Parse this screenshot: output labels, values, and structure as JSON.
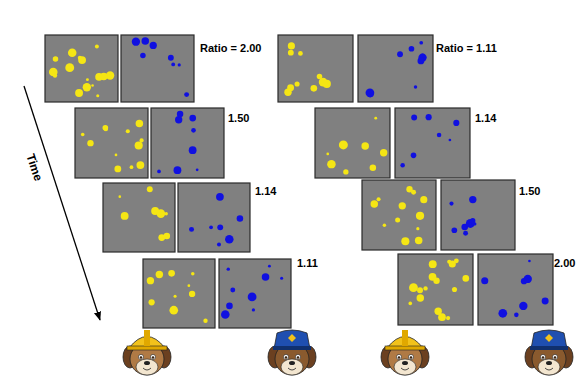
{
  "diagram": {
    "labels": [
      "Ratio = 2.00",
      "1.50",
      "1.14",
      "1.11",
      "Ratio = 1.11",
      "1.14",
      "1.50",
      "2.00",
      "Time"
    ]
  }
}
